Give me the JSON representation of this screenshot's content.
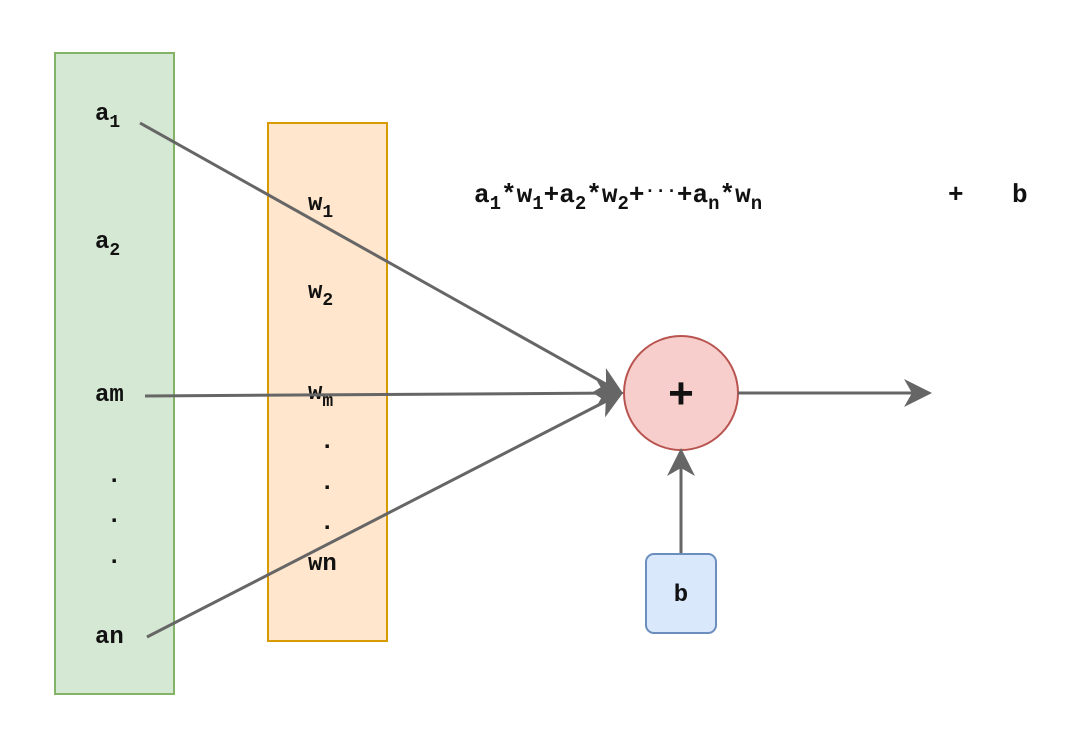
{
  "inputs": {
    "a1": {
      "base": "a",
      "sub": "1"
    },
    "a2": {
      "base": "a",
      "sub": "2"
    },
    "am": "am",
    "dots": ".",
    "an": "an"
  },
  "weights": {
    "w1": {
      "base": "w",
      "sub": "1"
    },
    "w2": {
      "base": "w",
      "sub": "2"
    },
    "wm": {
      "base": "w",
      "sub": "m"
    },
    "dots": ".",
    "wn": "wn"
  },
  "formula": {
    "a1": "a",
    "s_a1": "1",
    "op1": "*",
    "w1": "w",
    "s_w1": "1",
    "p1": "+",
    "a2": "a",
    "s_a2": "2",
    "op2": "*",
    "w2": "w",
    "s_w2": "2",
    "p2": "+",
    "ellipsis": "···",
    "p3": "+",
    "an": "a",
    "s_an": "n",
    "op3": "*",
    "wn": "w",
    "s_wn": "n",
    "plus_b": "+",
    "b": "b"
  },
  "sum_node": {
    "symbol": "+"
  },
  "bias": {
    "label": "b"
  },
  "colors": {
    "input_fill": "#d5e8d4",
    "input_stroke": "#82b366",
    "weight_fill": "#ffe6cc",
    "weight_stroke": "#d79b00",
    "sum_fill": "#f8cecc",
    "sum_stroke": "#b85450",
    "bias_fill": "#dae8fc",
    "bias_stroke": "#6c8ebf",
    "arrow": "#666666"
  }
}
